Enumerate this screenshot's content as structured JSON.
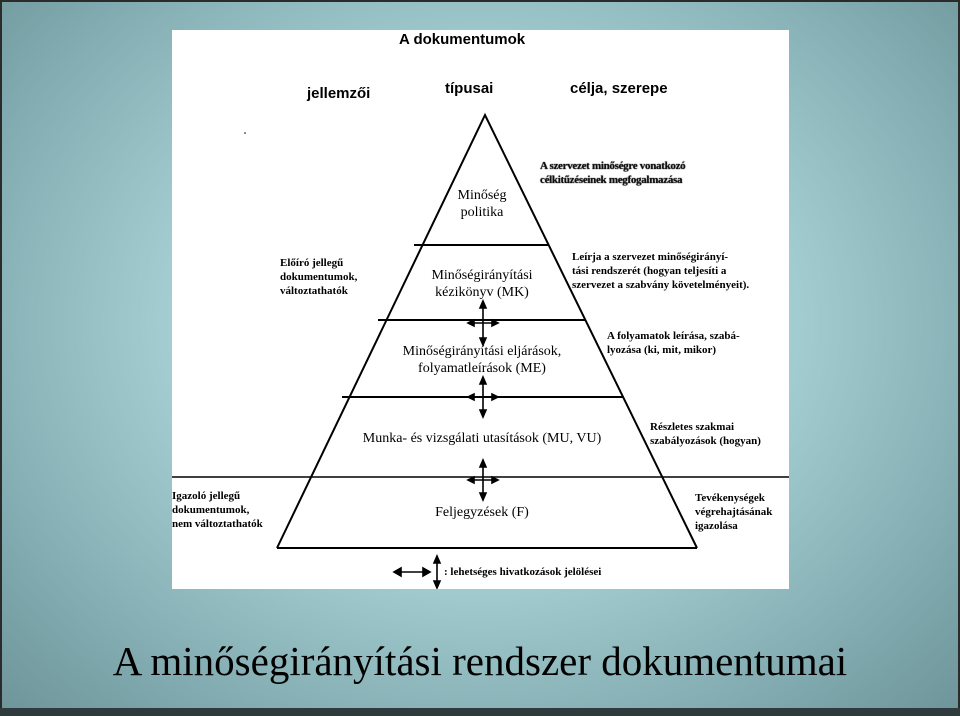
{
  "slide": {
    "title": "A minőségirányítási rendszer dokumentumai"
  },
  "diagram": {
    "title": "A dokumentumok",
    "headers": {
      "left": "jellemzői",
      "center": "típusai",
      "right": "célja, szerepe"
    },
    "levels": [
      {
        "lines": [
          "Minőség",
          "politika"
        ]
      },
      {
        "lines": [
          "Minőségirányítási",
          "kézikönyv (MK)"
        ]
      },
      {
        "lines": [
          "Minőségirányítási eljárások,",
          "folyamatleírások (ME)"
        ]
      },
      {
        "lines": [
          "Munka- és vizsgálati utasítások  (MU, VU)"
        ]
      },
      {
        "lines": [
          "Feljegyzések (F)"
        ]
      }
    ],
    "left_notes": {
      "top": [
        "Előíró jellegű",
        "dokumentumok,",
        "változtathatók"
      ],
      "bottom": [
        "Igazoló jellegű",
        "dokumentumok,",
        "nem változtathatók"
      ]
    },
    "right_notes": [
      [
        "A szervezet minőségre vonatkozó",
        "célkitűzéseinek megfogalmazása"
      ],
      [
        "Leírja a szervezet minőségirányí-",
        "tási rendszerét (hogyan teljesíti a",
        "szervezet a szabvány követelményeit)."
      ],
      [
        "A folyamatok leírása, szabá-",
        "lyozása (ki, mit, mikor)"
      ],
      [
        "Részletes szakmai",
        "szabályozások (hogyan)"
      ],
      [
        "Tevékenységek",
        "végrehajtásának",
        "igazolása"
      ]
    ],
    "legend": ": lehetséges hivatkozások jelölései"
  }
}
